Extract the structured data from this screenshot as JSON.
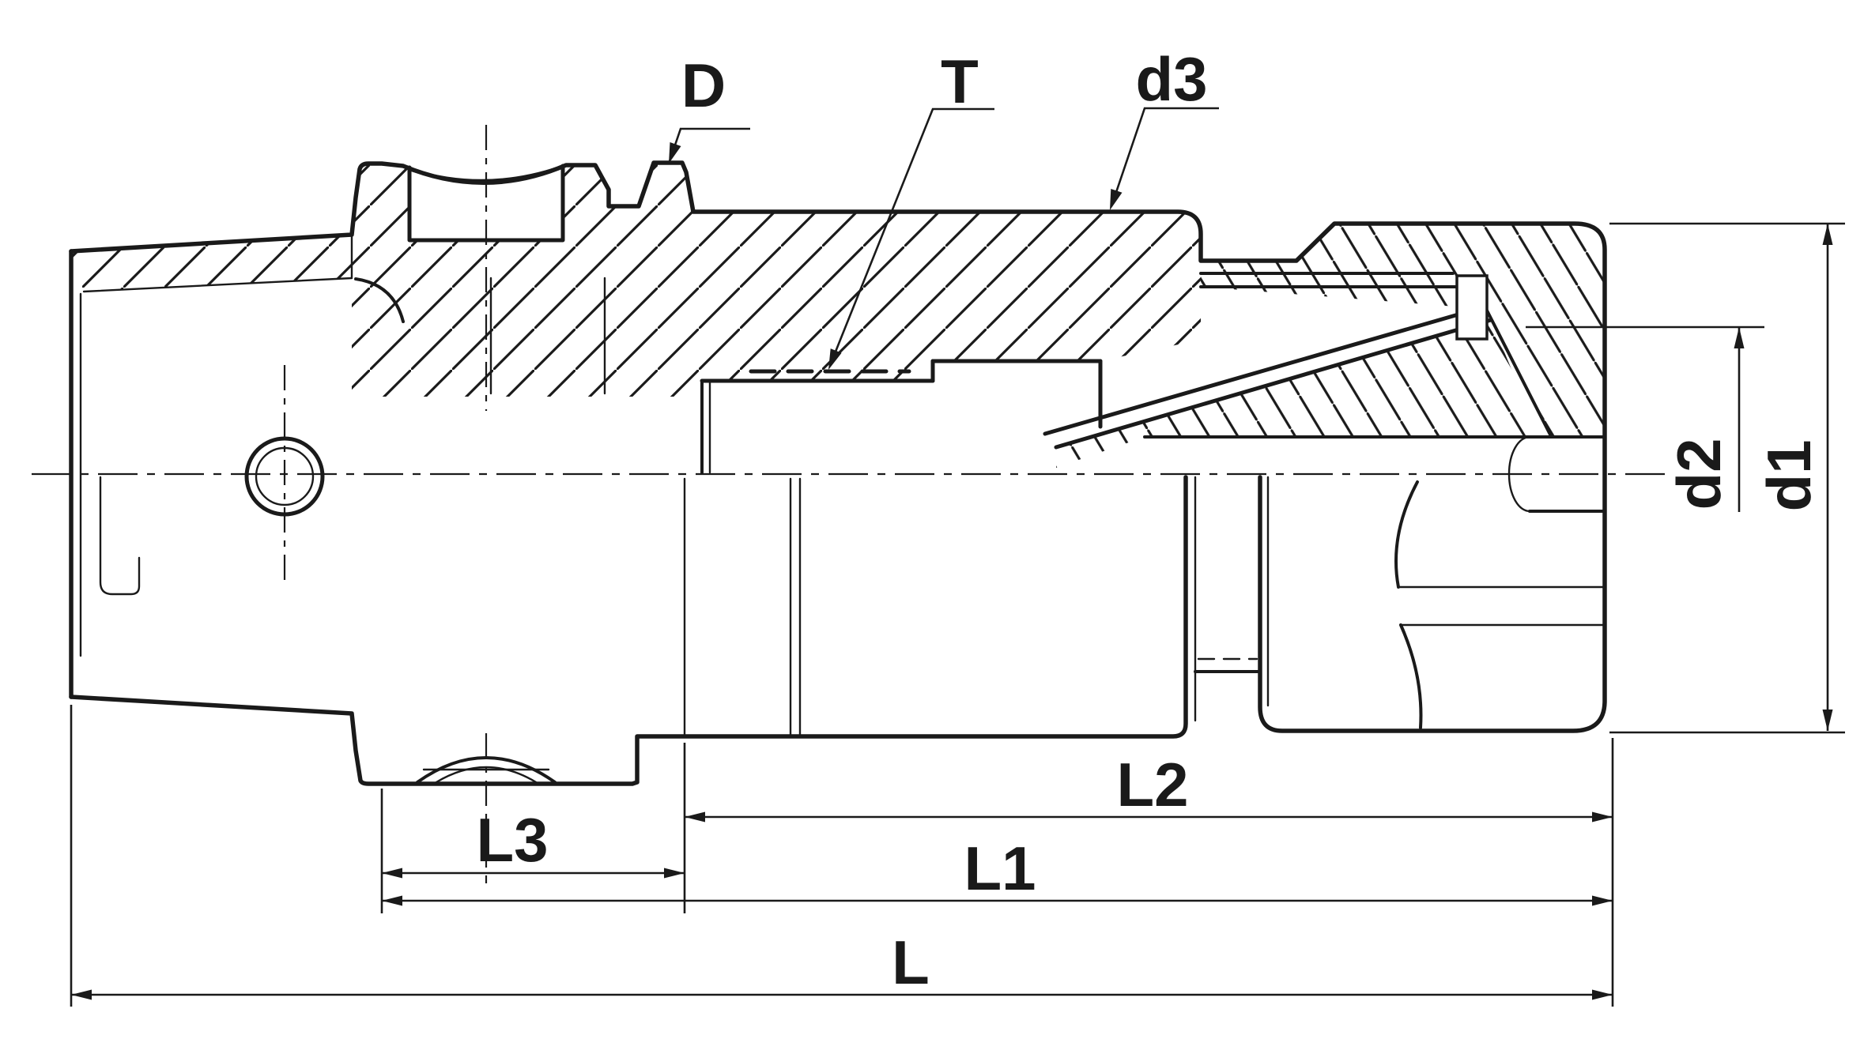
{
  "page": {
    "background": "#ffffff",
    "ink": "#1a1a1a",
    "kind": "technical-drawing",
    "subject": "sectioned tool holder (hollow taper shank milling chuck) with dimension callouts"
  },
  "drawing": {
    "labels": {
      "D": "D",
      "T": "T",
      "d3": "d3",
      "d2": "d2",
      "d1": "d1",
      "L2": "L2",
      "L3": "L3",
      "L1": "L1",
      "L": "L"
    }
  }
}
